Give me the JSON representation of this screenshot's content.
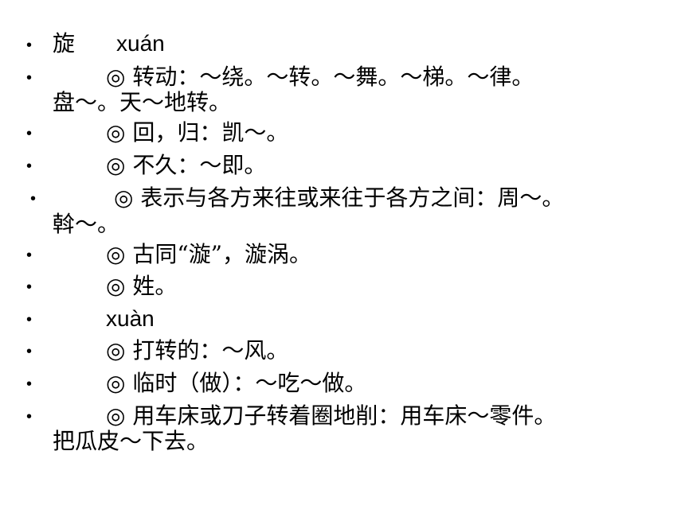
{
  "entries": [
    {
      "bullet": "•",
      "head": "旋",
      "pinyin": "xuán"
    },
    {
      "bullet": "•",
      "line1": "◎ 转动：～绕。～转。～舞。～梯。～律。",
      "line2": "盘～。天～地转。"
    },
    {
      "bullet": "•",
      "line1": "◎ 回，归：凯～。"
    },
    {
      "bullet": "•",
      "line1": "◎ 不久：～即。"
    },
    {
      "bullet": "•",
      "line1": "◎ 表示与各方来往或来往于各方之间：周～。",
      "line2": "斡～。"
    },
    {
      "bullet": "•",
      "line1": "◎ 古同“漩”，漩涡。"
    },
    {
      "bullet": "•",
      "line1": "◎ 姓。"
    },
    {
      "bullet": "•",
      "pinyin": "xuàn"
    },
    {
      "bullet": "•",
      "line1": "◎ 打转的：～风。"
    },
    {
      "bullet": "•",
      "line1": "◎ 临时（做）：～吃～做。"
    },
    {
      "bullet": "•",
      "line1": "◎ 用车床或刀子转着圈地削：用车床～零件。",
      "line2": "把瓜皮～下去。"
    }
  ]
}
